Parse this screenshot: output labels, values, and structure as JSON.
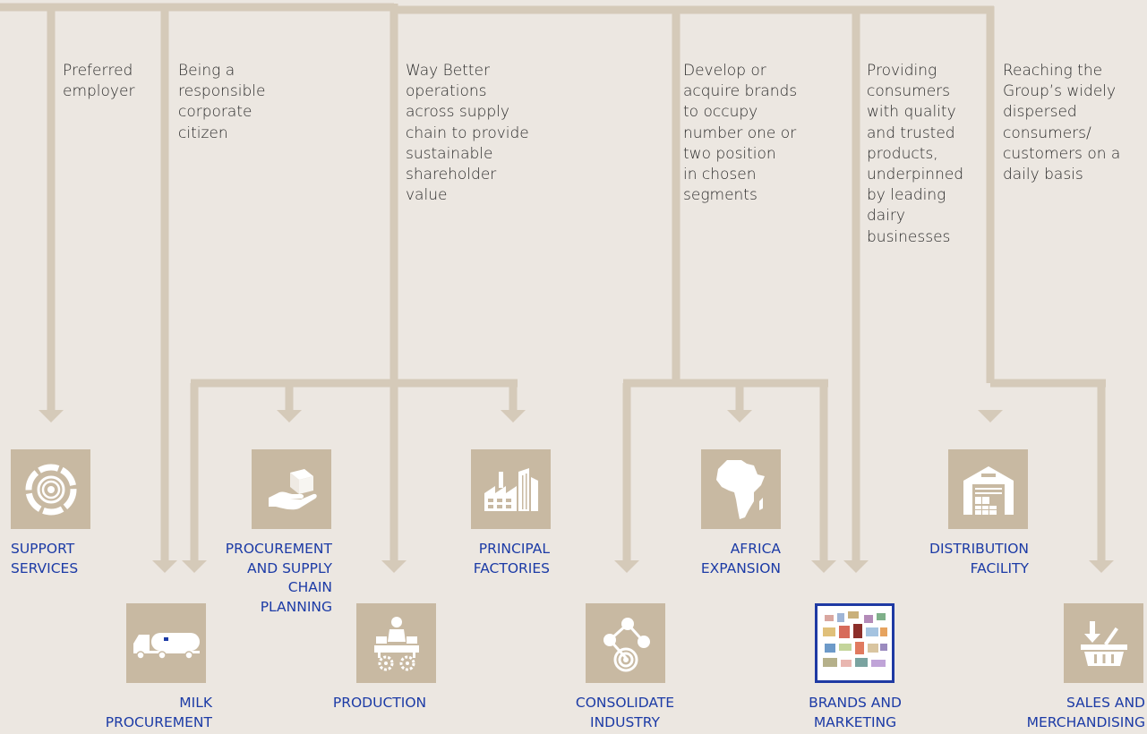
{
  "colors": {
    "background": "#ece7e1",
    "connector": "#d5cab9",
    "tile": "#c8b9a2",
    "label": "#1c3ba6",
    "text": "#2b2b2b"
  },
  "descriptions": [
    {
      "id": "preferred",
      "lines": [
        "Preferred",
        "employer"
      ]
    },
    {
      "id": "responsible",
      "lines": [
        "Being a",
        "responsible",
        "corporate",
        "citizen"
      ]
    },
    {
      "id": "waybetter",
      "lines": [
        "Way Better",
        "operations",
        "across supply",
        "chain to provide",
        "sustainable",
        "shareholder",
        "value"
      ]
    },
    {
      "id": "brands",
      "lines": [
        "Develop or",
        "acquire brands",
        "to occupy",
        "number one or",
        "two position",
        "in chosen",
        "segments"
      ]
    },
    {
      "id": "quality",
      "lines": [
        "Providing",
        "consumers",
        "with quality",
        "and trusted",
        "products,",
        "underpinned",
        "by leading",
        "dairy",
        "businesses"
      ]
    },
    {
      "id": "reaching",
      "lines": [
        "Reaching the",
        "Group’s widely",
        "dispersed",
        "consumers/",
        "customers on a",
        "daily basis"
      ]
    }
  ],
  "nodes": [
    {
      "id": "support",
      "icon": "gear-target-icon",
      "label": [
        "SUPPORT",
        "SERVICES"
      ]
    },
    {
      "id": "milk",
      "icon": "milk-tanker-icon",
      "label": [
        "MILK",
        "PROCUREMENT"
      ]
    },
    {
      "id": "procurement",
      "icon": "hand-package-icon",
      "label": [
        "PROCUREMENT",
        "AND SUPPLY",
        "CHAIN",
        "PLANNING"
      ]
    },
    {
      "id": "production",
      "icon": "production-line-icon",
      "label": [
        "PRODUCTION"
      ]
    },
    {
      "id": "factories",
      "icon": "factory-icon",
      "label": [
        "PRINCIPAL",
        "FACTORIES"
      ]
    },
    {
      "id": "consolidate",
      "icon": "network-nodes-icon",
      "label": [
        "CONSOLIDATE",
        "INDUSTRY"
      ]
    },
    {
      "id": "africa",
      "icon": "africa-map-icon",
      "label": [
        "AFRICA",
        "EXPANSION"
      ]
    },
    {
      "id": "brands",
      "icon": "product-collage-icon",
      "label": [
        "BRANDS AND",
        "MARKETING"
      ]
    },
    {
      "id": "distribution",
      "icon": "warehouse-icon",
      "label": [
        "DISTRIBUTION",
        "FACILITY"
      ]
    },
    {
      "id": "sales",
      "icon": "shopping-basket-icon",
      "label": [
        "SALES AND",
        "MERCHANDISING"
      ]
    }
  ]
}
